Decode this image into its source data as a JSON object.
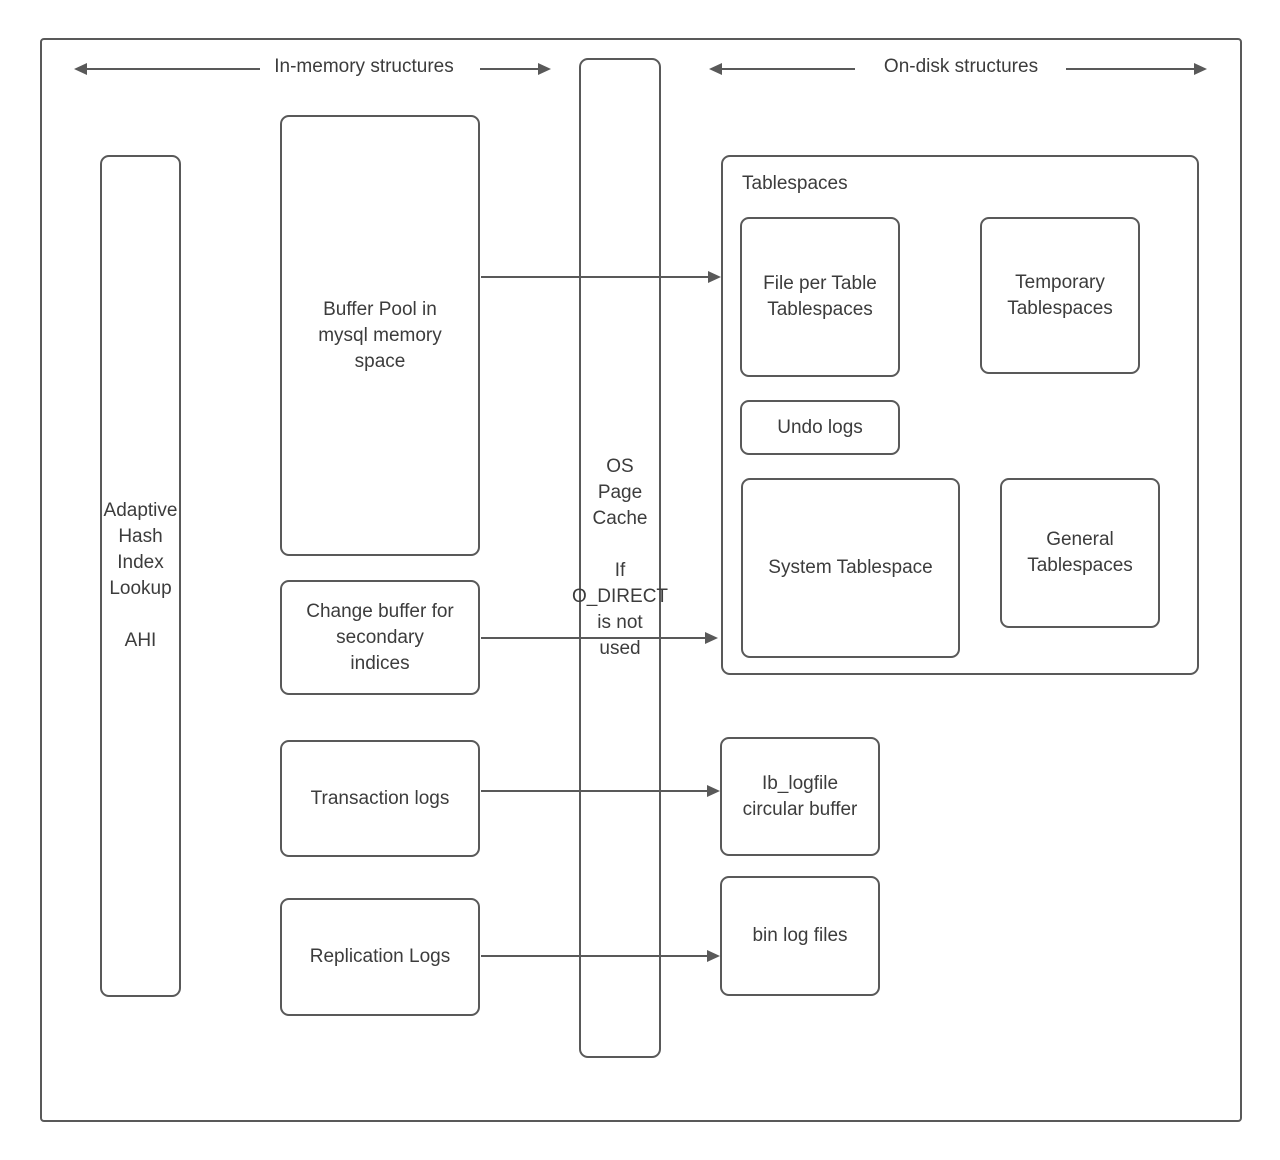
{
  "headers": {
    "in_memory": "In-memory structures",
    "on_disk": "On-disk structures"
  },
  "nodes": {
    "ahi": "Adaptive\nHash\nIndex\nLookup\n\nAHI",
    "buffer_pool": "Buffer Pool in\nmysql memory\nspace",
    "os_page_cache": "OS\nPage\nCache\n\nIf\nO_DIRECT\nis not\nused",
    "change_buffer": "Change buffer for\nsecondary\nindices",
    "transaction_logs": "Transaction logs",
    "replication_logs": "Replication Logs",
    "tablespaces_title": "Tablespaces",
    "file_per_table": "File per Table\nTablespaces",
    "temporary_tablespaces": "Temporary\nTablespaces",
    "undo_logs": "Undo logs",
    "system_tablespace": "System Tablespace",
    "general_tablespaces": "General\nTablespaces",
    "ib_logfile": "Ib_logfile\ncircular buffer",
    "bin_log_files": "bin log files"
  },
  "colors": {
    "stroke": "#595959",
    "text": "#3c3c3c",
    "background": "#ffffff"
  }
}
